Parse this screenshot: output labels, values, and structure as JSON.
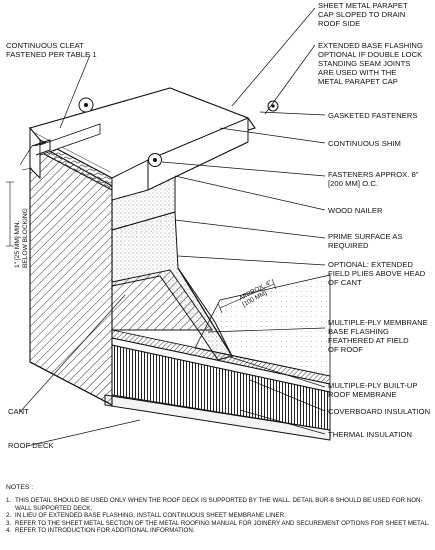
{
  "labels": {
    "sheet_metal_cap": "SHEET METAL PARAPET\nCAP SLOPED TO DRAIN\nROOF SIDE",
    "continuous_cleat": "CONTINUOUS CLEAT\nFASTENED PER TABLE 1",
    "extended_base_flashing": "EXTENDED BASE FLASHING\nOPTIONAL IF DOUBLE LOCK\nSTANDING SEAM JOINTS\nARE USED WITH THE\nMETAL PARAPET CAP",
    "gasketed_fasteners": "GASKETED FASTENERS",
    "continuous_shim": "CONTINUOUS SHIM",
    "fasteners_oc": "FASTENERS APPROX. 8\"\n[200 mm] O.C.",
    "wood_nailer": "WOOD NAILER",
    "prime_surface": "PRIME SURFACE AS\nREQUIRED",
    "optional_field_plies": "OPTIONAL: EXTENDED\nFIELD PLIES ABOVE HEAD\nOF CANT",
    "membrane_base_flashing": "MULTIPLE-PLY MEMBRANE\nBASE FLASHING\nFEATHERED AT FIELD\nOF ROOF",
    "built_up_membrane": "MULTIPLE-PLY BUILT-UP\nROOF MEMBRANE",
    "coverboard": "COVERBOARD INSULATION",
    "thermal": "THERMAL INSULATION",
    "cant": "CANT",
    "roof_deck": "ROOF DECK",
    "blocking_dim": "1\" [25 mm] MIN.\nBELOW BLOCKING",
    "approx_dim": "APPROX. 4\"\n[100 mm]"
  },
  "notes": {
    "title": "NOTES :",
    "items": [
      {
        "num": "1.",
        "text": "THIS DETAIL SHOULD BE USED ONLY WHEN THE ROOF DECK IS SUPPORTED BY THE WALL. DETAIL BUR-6 SHOULD BE USED FOR NON-WALL SUPPORTED DECK."
      },
      {
        "num": "2.",
        "text": "IN LIEU OF EXTENDED BASE FLASHING, INSTALL CONTINUOUS SHEET MEMBRANE LINER."
      },
      {
        "num": "3.",
        "text": "REFER TO THE SHEET METAL SECTION OF THE METAL ROOFING MANUAL FOR JOINERY AND SECUREMENT OPTIONS FOR SHEET METAL."
      },
      {
        "num": "4.",
        "text": "REFER TO INTRODUCTION FOR ADDITIONAL INFORMATION."
      }
    ]
  }
}
